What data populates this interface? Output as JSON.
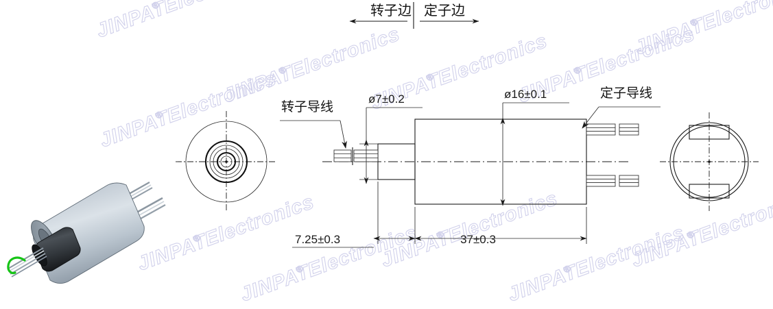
{
  "document": {
    "type": "engineering-drawing",
    "title": "Slip Ring Dimensional Drawing"
  },
  "watermark": {
    "brand": "JINPAT",
    "registered": "®",
    "suffix": "Electronics",
    "color": "#c9c9e8"
  },
  "top_labels": {
    "rotor_side": "转子边",
    "stator_side": "定子边"
  },
  "callouts": {
    "rotor_wire": "转子导线",
    "stator_wire": "定子导线"
  },
  "dimensions": {
    "shaft_diameter": "ø7±0.2",
    "body_diameter": "ø16±0.1",
    "shaft_length": "7.25±0.3",
    "body_length": "37±0.3"
  },
  "views": {
    "isometric": {
      "name": "3d-render",
      "body_color": "#b4c0cb",
      "body_highlight": "#dce3e9",
      "end_face_color": "#8c98a4",
      "hub_color": "#2e3236",
      "wire_color": "#b9c2c9",
      "accent_wire_color": "#16c416"
    },
    "left_end_view": {
      "name": "rotor-end-view",
      "description": "concentric circles with crosshair centerlines"
    },
    "right_end_view": {
      "name": "stator-end-view",
      "description": "double circle with two wire exit rectangles"
    }
  },
  "colors": {
    "line": "#1a1a1a",
    "background": "#ffffff"
  }
}
